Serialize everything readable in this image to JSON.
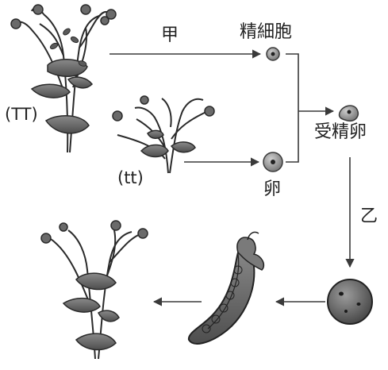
{
  "labels": {
    "tall_genotype": "(TT)",
    "short_genotype": "(tt)",
    "process_a": "甲",
    "sperm": "精細胞",
    "egg": "卵",
    "zygote": "受精卵",
    "process_b": "乙"
  },
  "colors": {
    "plant_fill": "#6b6b6b",
    "plant_stroke": "#2a2a2a",
    "arrow": "#3a3a3a",
    "cell_fill": "#9a9a9a",
    "nucleus": "#222222"
  }
}
